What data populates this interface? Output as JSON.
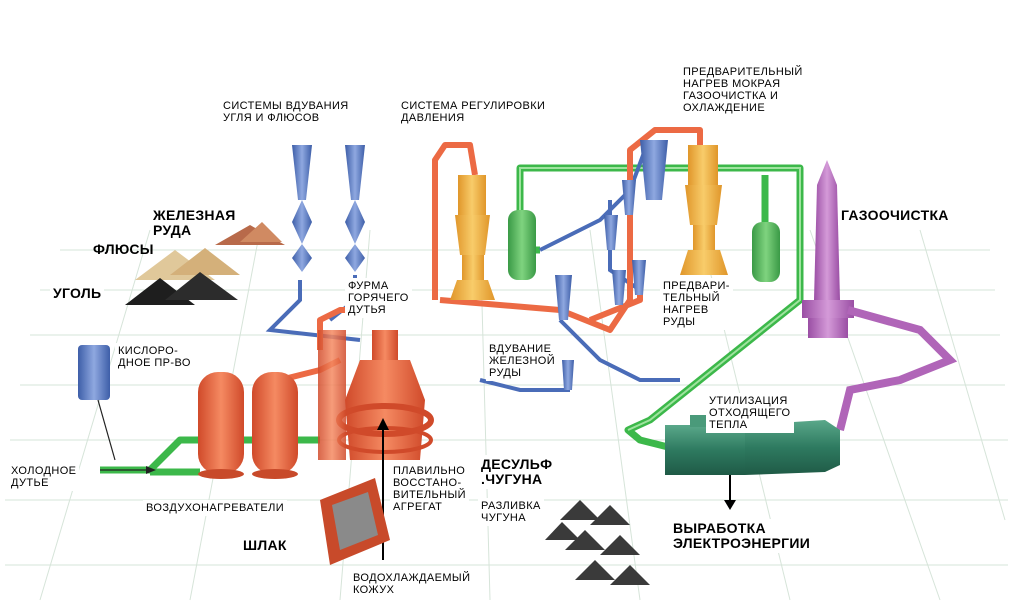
{
  "labels": {
    "coal_flux_systems": "СИСТЕМЫ ВДУВАНИЯ\nУГЛЯ И ФЛЮСОВ",
    "pressure_control": "СИСТЕМА РЕГУЛИРОВКИ\nДАВЛЕНИЯ",
    "preheat_wet_gas": "ПРЕДВАРИТЕЛЬНЫЙ\nНАГРЕВ МОКРАЯ\nГАЗООЧИСТКА И\nОХЛАЖДЕНИЕ",
    "iron_ore": "ЖЕЛЕЗНАЯ\nРУДА",
    "fluxes": "ФЛЮСЫ",
    "coal": "УГОЛЬ",
    "hot_blast_tuyere": "ФУРМА\nГОРЯЧЕГО\nДУТЬЯ",
    "gas_cleaning": "ГАЗООЧИСТКА",
    "ore_preheat": "ПРЕДВАРИ-\nТЕЛЬНЫЙ\nНАГРЕВ\nРУДЫ",
    "oxygen_plant": "КИСЛОРО-\nДНОЕ ПР-ВО",
    "iron_ore_injection": "ВДУВАНИЕ\nЖЕЛЕЗНОЙ\nРУДЫ",
    "waste_heat": "УТИЛИЗАЦИЯ\nОТХОДЯЩЕГО\nТЕПЛА",
    "cold_blast": "ХОЛОДНОЕ\nДУТЬЕ",
    "smelting_unit": "ПЛАВИЛЬНО\nВОССТАНО-\nВИТЕЛЬНЫЙ\nАГРЕГАТ",
    "desulf": "ДЕСУЛЬФ\n.ЧУГУНА",
    "hot_stoves": "ВОЗДУХОНАГРЕВАТЕЛИ",
    "iron_casting": "РАЗЛИВКА\nЧУГУНА",
    "slag": "ШЛАК",
    "power_generation": "ВЫРАБОТКА\nЭЛЕКТРОЭНЕРГИИ",
    "water_cooled_jacket": "ВОДОХЛАЖДАЕМЫЙ\nКОЖУХ"
  },
  "colors": {
    "green_pipe": "#3cb84a",
    "red_vessel": "#ec6a44",
    "blue_pipe": "#4a6cb8",
    "yellow_unit": "#f2b43c",
    "purple_stack": "#b065b8",
    "grid": "#d9e6dc"
  }
}
